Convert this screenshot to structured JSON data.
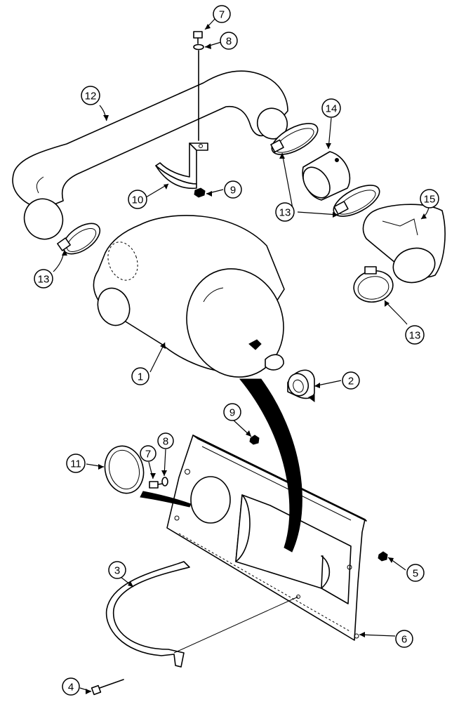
{
  "diagram": {
    "callouts": [
      {
        "id": "c1",
        "label": "1"
      },
      {
        "id": "c2",
        "label": "2"
      },
      {
        "id": "c3",
        "label": "3"
      },
      {
        "id": "c4",
        "label": "4"
      },
      {
        "id": "c5",
        "label": "5"
      },
      {
        "id": "c6",
        "label": "6"
      },
      {
        "id": "c7a",
        "label": "7"
      },
      {
        "id": "c7b",
        "label": "7"
      },
      {
        "id": "c8a",
        "label": "8"
      },
      {
        "id": "c8b",
        "label": "8"
      },
      {
        "id": "c9a",
        "label": "9"
      },
      {
        "id": "c9b",
        "label": "9"
      },
      {
        "id": "c10",
        "label": "10"
      },
      {
        "id": "c11",
        "label": "11"
      },
      {
        "id": "c12",
        "label": "12"
      },
      {
        "id": "c13a",
        "label": "13"
      },
      {
        "id": "c13b",
        "label": "13"
      },
      {
        "id": "c13c",
        "label": "13"
      },
      {
        "id": "c14",
        "label": "14"
      },
      {
        "id": "c15",
        "label": "15"
      }
    ]
  }
}
